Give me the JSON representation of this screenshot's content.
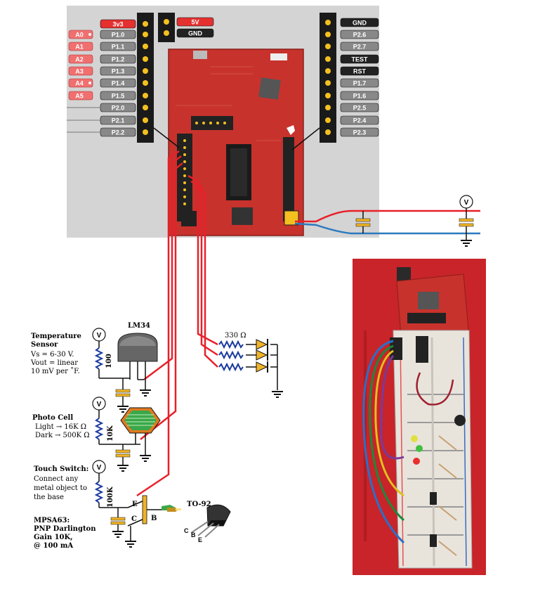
{
  "left_pins": [
    "3v3",
    "P1.0",
    "P1.1",
    "P1.2",
    "P1.3",
    "P1.4",
    "P1.5",
    "P2.0",
    "P2.1",
    "P2.2"
  ],
  "analog_tags": [
    "A0",
    "A1",
    "A2",
    "A3",
    "A4",
    "A5"
  ],
  "mid_pins": [
    "5V",
    "GND"
  ],
  "right_pins": [
    "GND",
    "P2.6",
    "P2.7",
    "TEST",
    "RST",
    "P1.7",
    "P1.6",
    "P2.5",
    "P2.4",
    "P2.3"
  ],
  "colors": {
    "red_wire": "#e8202a",
    "blue_wire": "#2a7ac0",
    "board": "#c8322c",
    "header": "#1a1a1a",
    "pin": "#f4c020",
    "photo_cell": "#3aa84a",
    "photo_rim": "#e07a20"
  },
  "temperature": {
    "title": "LM34",
    "heading": "Temperature",
    "heading2": "Sensor",
    "line1": "Vs = 6-30 V.",
    "line2": "Vout = linear",
    "line3": "10 mV per ˚F.",
    "resistor": "100"
  },
  "photocell": {
    "heading": "Photo Cell",
    "line1": "Light → 16K Ω",
    "line2": "Dark → 500K Ω",
    "resistor": "10K"
  },
  "touch": {
    "heading": "Touch Switch:",
    "line1": "Connect any",
    "line2": "metal object to",
    "line3": "the base",
    "resistor": "100K",
    "e": "E",
    "c": "C",
    "b": "B"
  },
  "transistor": {
    "line1": "MPSA63:",
    "line2": "PNP Darlington",
    "line3": "Gain 10K,",
    "line4": "@ 100 mA",
    "package": "TO-92",
    "pin_c": "C",
    "pin_b": "B",
    "pin_e": "E"
  },
  "led_resistor": "330 Ω",
  "voltmeter": "V"
}
